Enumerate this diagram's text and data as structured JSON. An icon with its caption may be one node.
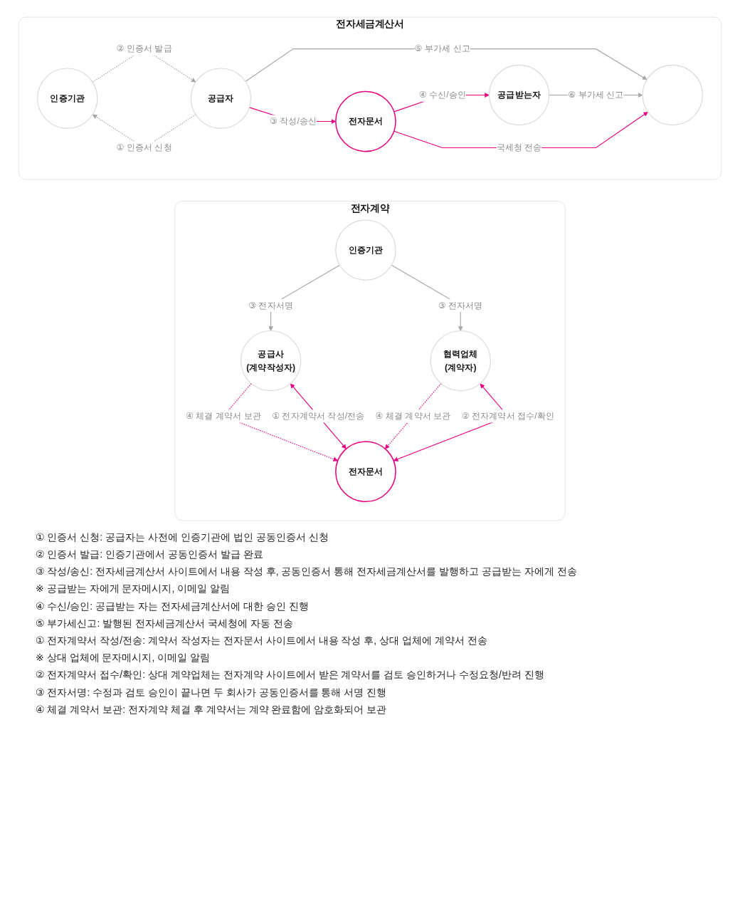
{
  "diagram": {
    "nodes": [
      {
        "text": [
          "전자세금계산서"
        ]
      },
      {
        "text": [
          "인증기관"
        ],
        "in": 0
      },
      {
        "text": [
          "공급자"
        ],
        "in": 0
      },
      {
        "text": [],
        "shape": "circle",
        "in": 0
      },
      {
        "text": [
          "공급받는자"
        ],
        "in": 0
      },
      {
        "text": [
          "전자문서"
        ],
        "in": 0
      },
      {
        "text": [
          "전자계약"
        ]
      },
      {
        "text": [
          "인증기관"
        ],
        "in": 6
      },
      {
        "text": [
          "공급사",
          "(계약작성자)"
        ],
        "in": 6
      },
      {
        "text": [
          "협력업체",
          "(계약자)"
        ],
        "in": 6
      },
      {
        "text": [
          "전자문서"
        ],
        "in": 6
      }
    ],
    "edges": [
      {
        "from": 2,
        "to": 1,
        "arrow": "to",
        "label": "① 인증서 신청",
        "style": "dashed",
        "color": "#a6a6a6"
      },
      {
        "from": 1,
        "to": 2,
        "arrow": "to",
        "label": "② 인증서 발급",
        "style": "dashed",
        "color": "#a6a6a6"
      },
      {
        "from": 2,
        "to": 3,
        "arrow": "to",
        "label": "⑤ 부가세 신고",
        "color": "#a6a6a6"
      },
      {
        "from": 4,
        "to": 3,
        "arrow": "to",
        "label": "⑥ 부가세 신고",
        "color": "#a6a6a6"
      },
      {
        "from": 5,
        "to": 3,
        "arrow": "to",
        "label": "국세청 전송"
      },
      {
        "from": 2,
        "to": 5,
        "arrow": "to",
        "label": "③ 작성/송신"
      },
      {
        "from": 5,
        "to": 4,
        "arrow": "to",
        "label": "④ 수신/승인"
      },
      {
        "from": 7,
        "to": 8,
        "arrow": "to",
        "label": "③ 전자서명",
        "color": "#a6a6a6"
      },
      {
        "from": 7,
        "to": 9,
        "arrow": "to",
        "label": "③ 전자서명",
        "color": "#a6a6a6"
      },
      {
        "from": 8,
        "to": 10,
        "arrow": "to",
        "label": "④ 체결 계약서 보관",
        "style": "dashed"
      },
      {
        "from": 9,
        "to": 10,
        "arrow": "to",
        "label": "④ 체결 계약서 보관",
        "style": "dashed"
      },
      {
        "from": 8,
        "to": 10,
        "arrow": "both",
        "label": "① 전자계약서 작성/전송"
      },
      {
        "from": 9,
        "to": 10,
        "arrow": "both",
        "label": "② 전자계약서 접수/확인"
      }
    ],
    "labels": [
      "① 인증서 신청: 공급자는 사전에 인증기관에 법인 공동인증서 신청",
      "② 인증서 발급: 인증기관에서 공동인증서 발급 완료",
      "③ 작성/송신: 전자세금계산서 사이트에서 내용 작성 후, 공동인증서 통해 전자세금계산서를 발행하고 공급받는 자에게 전송",
      "※ 공급받는 자에게 문자메시지, 이메일 알림",
      "④ 수신/승인: 공급받는 자는 전자세금계산서에 대한 승인 진행",
      "⑤ 부가세신고: 발행된 전자세금계산서 국세청에 자동 전송",
      "① 전자계약서 작성/전송: 계약서 작성자는 전자문서 사이트에서 내용 작성 후, 상대 업체에 계약서 전송",
      "※ 상대 업체에 문자메시지, 이메일 알림",
      "② 전자계약서 접수/확인: 상대 계약업체는 전자계약 사이트에서 받은 계약서를 검토 승인하거나 수정요청/반려 진행",
      "③ 전자서명: 수정과 검토 승인이 끝나면 두 회사가 공동인증서를 통해 서명 진행",
      "④ 체결 계약서 보관: 전자계약 체결 후 계약서는 계약 완료함에 암호화되어 보관"
    ]
  }
}
